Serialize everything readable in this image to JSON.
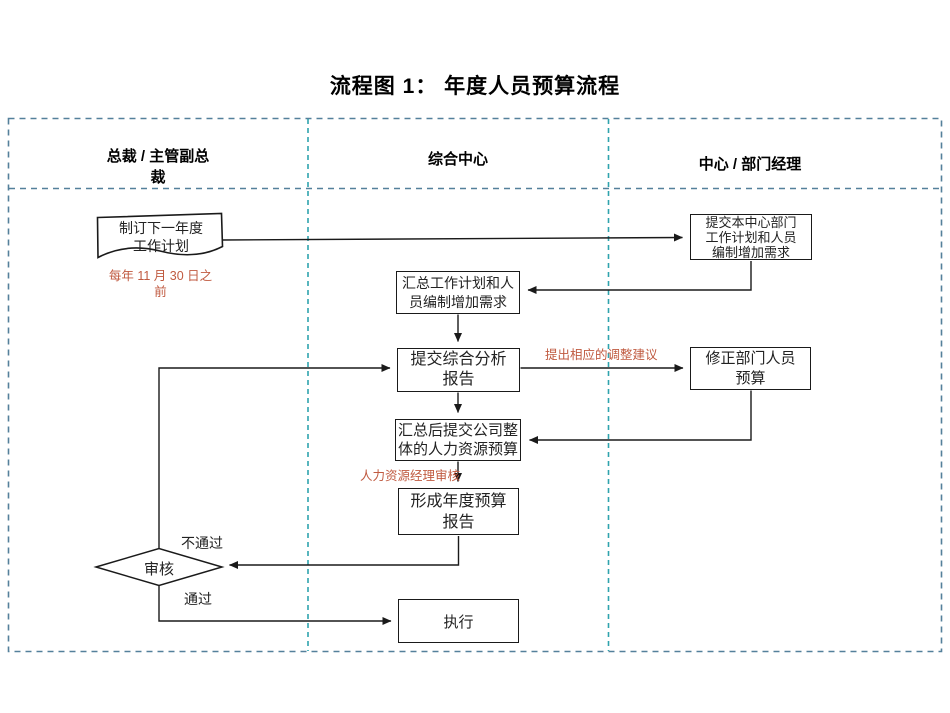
{
  "title": "流程图 1： 年度人员预算流程",
  "lanes": {
    "president": "总裁 / 主管副总\n裁",
    "center": "综合中心",
    "dept_manager": "中心 / 部门经理"
  },
  "nodes": {
    "make_plan": "制订下一年度\n工作计划",
    "submit_dept_plan": "提交本中心部门\n工作计划和人员\n编制增加需求",
    "summarize_plan": "汇总工作计划和人\n员编制增加需求",
    "submit_analysis": "提交综合分析\n报告",
    "revise_budget": "修正部门人员\n预算",
    "submit_overall_budget": "汇总后提交公司整\n体的人力资源预算",
    "form_annual_report": "形成年度预算\n报告",
    "review": "审核",
    "execute": "执行"
  },
  "annotations": {
    "deadline": "每年 11 月 30 日之\n前",
    "adjustment": "提出相应的调整建议",
    "hr_review": "人力资源经理审核"
  },
  "branches": {
    "not_pass": "不通过",
    "pass": "通过"
  },
  "colors": {
    "annotation_red": "#C05A40",
    "frame_border": "#54809B",
    "lane_divider": "#2FA3AE",
    "shape_border": "#1A1A1A"
  }
}
